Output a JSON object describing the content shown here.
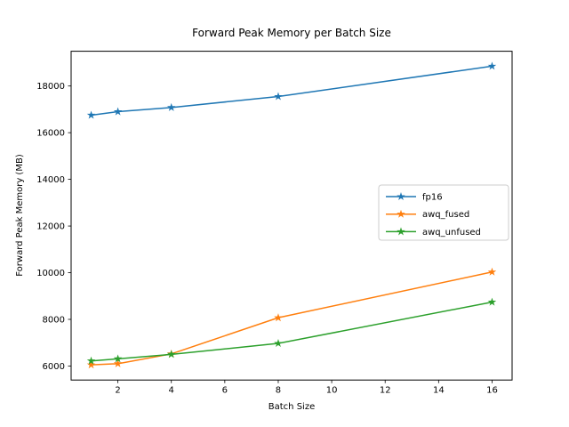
{
  "figure": {
    "title": "Forward Peak Memory per Batch Size"
  },
  "chart_data": {
    "type": "line",
    "title": "Forward Peak Memory per Batch Size",
    "xlabel": "Batch Size",
    "ylabel": "Forward Peak Memory (MB)",
    "x": [
      1,
      2,
      4,
      8,
      16
    ],
    "series": [
      {
        "name": "fp16",
        "color": "#1f77b4",
        "marker": "star",
        "values": [
          16750,
          16900,
          17080,
          17550,
          18850
        ]
      },
      {
        "name": "awq_fused",
        "color": "#ff7f0e",
        "marker": "star",
        "values": [
          6050,
          6100,
          6520,
          8070,
          10030
        ]
      },
      {
        "name": "awq_unfused",
        "color": "#2ca02c",
        "marker": "star",
        "values": [
          6220,
          6310,
          6500,
          6970,
          8740
        ]
      }
    ],
    "xlim": [
      0.25,
      16.75
    ],
    "ylim": [
      5400,
      19490
    ],
    "xticks": [
      2,
      4,
      6,
      8,
      10,
      12,
      14,
      16
    ],
    "yticks": [
      6000,
      8000,
      10000,
      12000,
      14000,
      16000,
      18000
    ],
    "grid": false,
    "legend_position": "center-right",
    "background_color": "#ffffff",
    "spine_color": "#000000",
    "legend_border_color": "#cccccc"
  }
}
